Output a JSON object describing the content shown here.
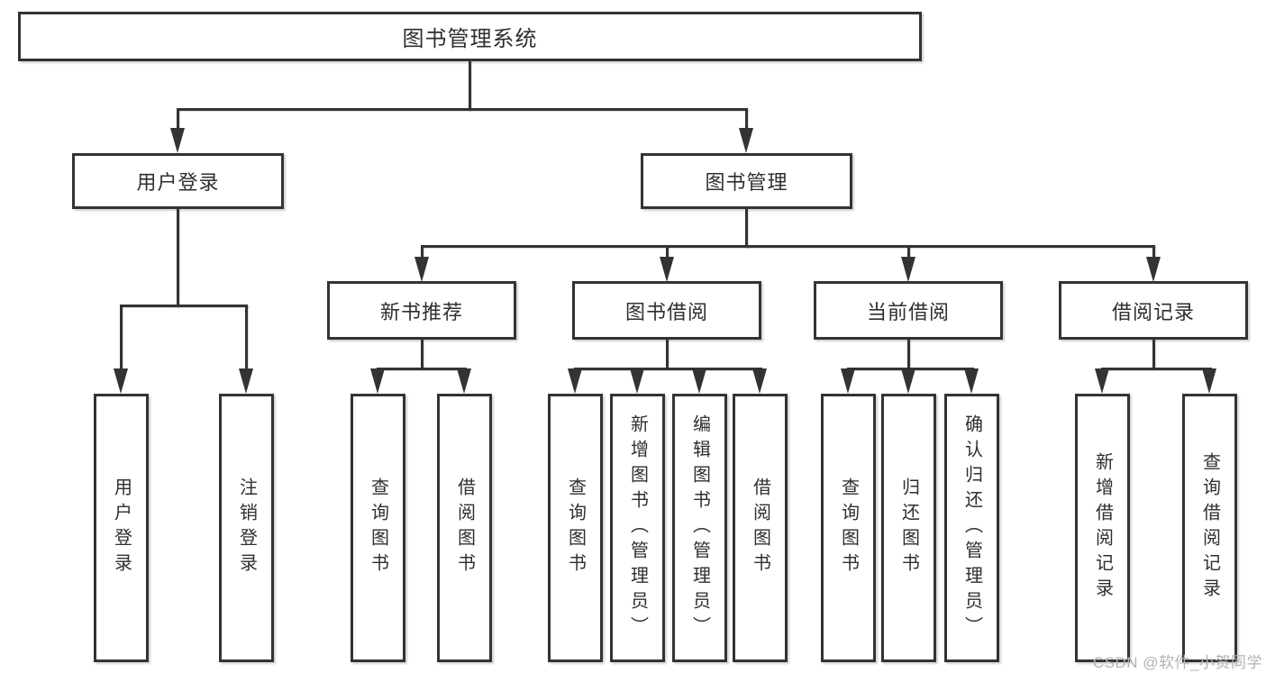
{
  "colors": {
    "line": "#333333",
    "box_background": "#ffffff",
    "watermark_text": "#b3b3b3"
  },
  "tree": {
    "label": "图书管理系统",
    "children": [
      {
        "label": "用户登录",
        "children": [
          {
            "label": "用户登录"
          },
          {
            "label": "注销登录"
          }
        ]
      },
      {
        "label": "图书管理",
        "children": [
          {
            "label": "新书推荐",
            "children": [
              {
                "label": "查询图书"
              },
              {
                "label": "借阅图书"
              }
            ]
          },
          {
            "label": "图书借阅",
            "children": [
              {
                "label": "查询图书"
              },
              {
                "label": "新增图书（管理员）"
              },
              {
                "label": "编辑图书（管理员）"
              },
              {
                "label": "借阅图书"
              }
            ]
          },
          {
            "label": "当前借阅",
            "children": [
              {
                "label": "查询图书"
              },
              {
                "label": "归还图书"
              },
              {
                "label": "确认归还（管理员）"
              }
            ]
          },
          {
            "label": "借阅记录",
            "children": [
              {
                "label": "新增借阅记录"
              },
              {
                "label": "查询借阅记录"
              }
            ]
          }
        ]
      }
    ]
  },
  "watermark": "CSDN @软件_小贺同学"
}
